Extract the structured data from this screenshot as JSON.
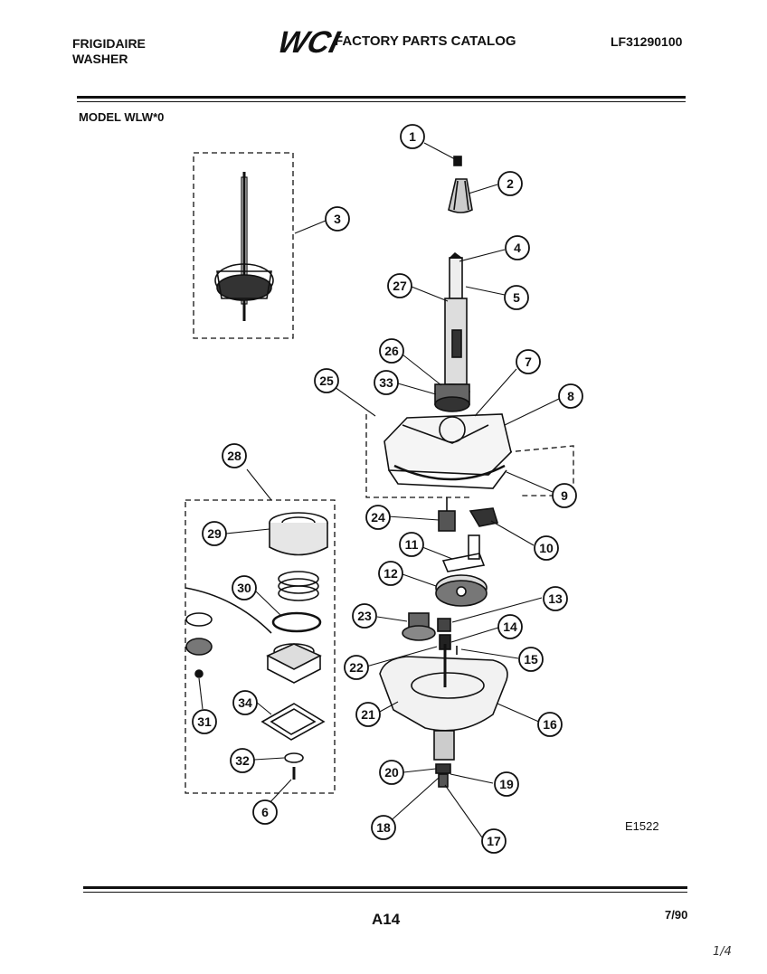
{
  "header": {
    "brand_line1": "FRIGIDAIRE",
    "brand_line2": "WASHER",
    "logo_text": "WCI",
    "catalog_title": "FACTORY PARTS CATALOG",
    "catalog_number": "LF31290100"
  },
  "model_label": "MODEL WLW*0",
  "diagram_id": "E1522",
  "footer": {
    "page_number": "A14",
    "date": "7/90",
    "handwritten_note": "1/4"
  },
  "callouts": [
    "1",
    "2",
    "3",
    "4",
    "5",
    "6",
    "7",
    "8",
    "9",
    "10",
    "11",
    "12",
    "13",
    "14",
    "15",
    "16",
    "17",
    "18",
    "19",
    "20",
    "21",
    "22",
    "23",
    "24",
    "25",
    "26",
    "27",
    "28",
    "29",
    "30",
    "31",
    "32",
    "33",
    "34"
  ]
}
